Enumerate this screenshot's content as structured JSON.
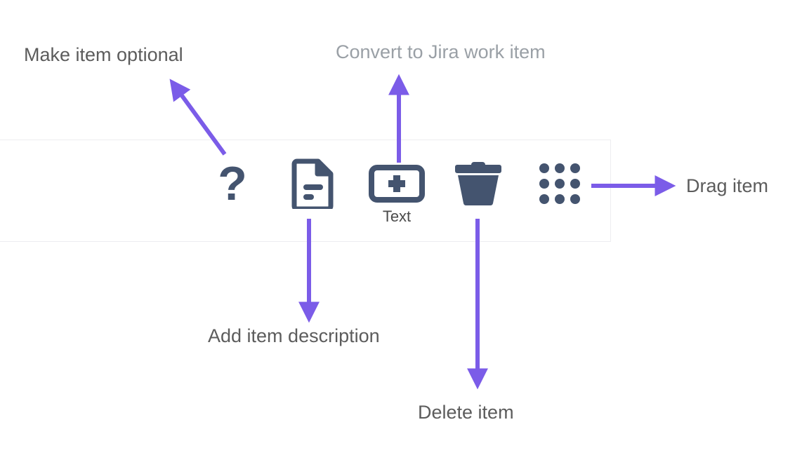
{
  "theme": {
    "background": "#ffffff",
    "arrow_color": "#7b5ce8",
    "icon_color": "#44546f",
    "label_color": "#5c5c5c",
    "label_color_muted": "#9aa0a6",
    "toolbar_border": "#ededf0"
  },
  "annotations": [
    {
      "id": "make-optional",
      "text": "Make item optional",
      "tone": "dark"
    },
    {
      "id": "convert-jira",
      "text": "Convert to Jira work item",
      "tone": "light"
    },
    {
      "id": "drag-item",
      "text": "Drag item",
      "tone": "dark"
    },
    {
      "id": "add-description",
      "text": "Add item description",
      "tone": "dark"
    },
    {
      "id": "delete-item",
      "text": "Delete item",
      "tone": "dark"
    }
  ],
  "labels": {
    "make_optional": "Make item optional",
    "convert_jira": "Convert to Jira work item",
    "drag_item": "Drag item",
    "add_description": "Add item description",
    "delete_item": "Delete item"
  },
  "toolbar": {
    "buttons": [
      {
        "icon": "question-mark-icon",
        "name": "make-item-optional-button",
        "sublabel": ""
      },
      {
        "icon": "document-lines-icon",
        "name": "add-item-description-button",
        "sublabel": ""
      },
      {
        "icon": "convert-plus-icon",
        "name": "convert-to-jira-button",
        "sublabel": "Text"
      },
      {
        "icon": "trash-icon",
        "name": "delete-item-button",
        "sublabel": ""
      },
      {
        "icon": "drag-dots-grid-icon",
        "name": "drag-item-handle",
        "sublabel": ""
      }
    ],
    "convert_sublabel": "Text"
  }
}
